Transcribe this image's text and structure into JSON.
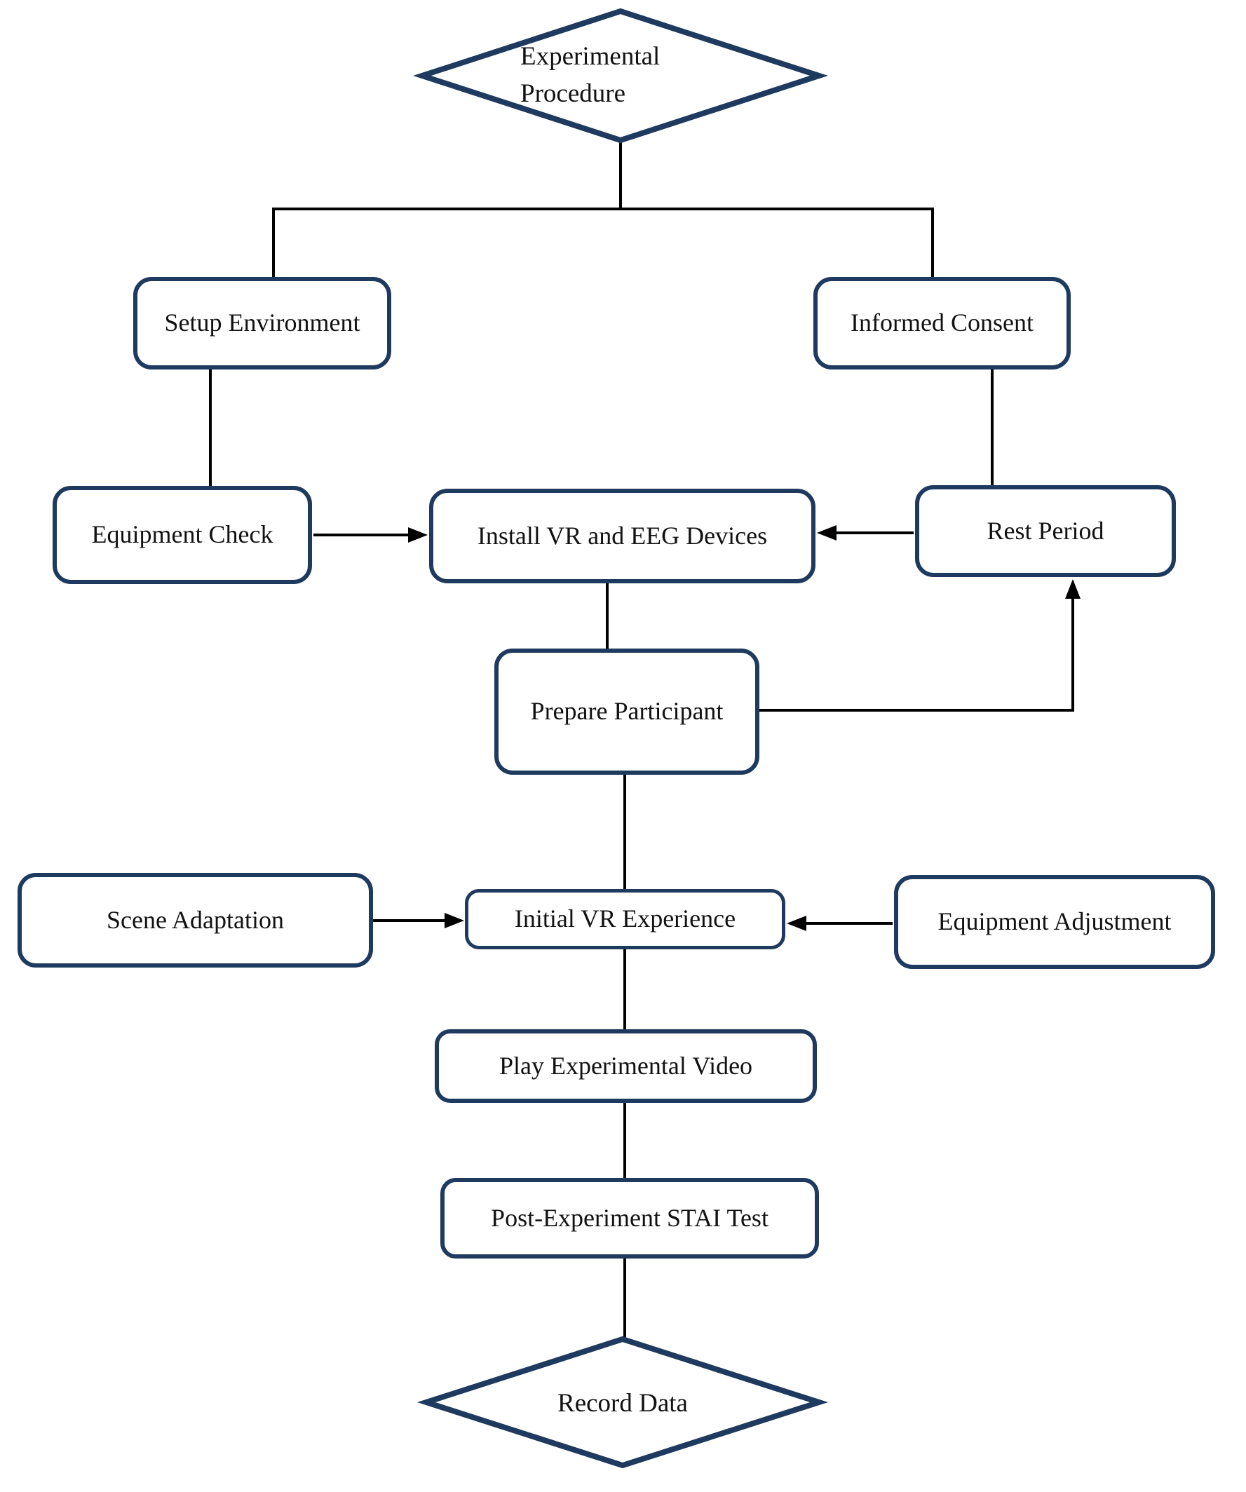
{
  "diagram": {
    "type": "flowchart",
    "title": "Experimental Procedure",
    "colors": {
      "node_border": "#1e3a5f",
      "diamond_outline": "#1e3a5f",
      "node_fill": "#ffffff",
      "connector": "#000000",
      "text": "#121212",
      "background": "#ffffff"
    },
    "nodes": {
      "experimental_procedure": {
        "label": "Experimental Procedure",
        "shape": "diamond"
      },
      "setup_environment": {
        "label": "Setup Environment",
        "shape": "rounded-rect"
      },
      "informed_consent": {
        "label": "Informed Consent",
        "shape": "rounded-rect"
      },
      "equipment_check": {
        "label": "Equipment Check",
        "shape": "rounded-rect"
      },
      "install_vr_eeg": {
        "label": "Install VR and EEG Devices",
        "shape": "rounded-rect"
      },
      "rest_period": {
        "label": "Rest Period",
        "shape": "rounded-rect"
      },
      "prepare_participant": {
        "label": "Prepare Participant",
        "shape": "rounded-rect"
      },
      "scene_adaptation": {
        "label": "Scene Adaptation",
        "shape": "rounded-rect"
      },
      "initial_vr_experience": {
        "label": "Initial VR Experience",
        "shape": "rounded-rect"
      },
      "equipment_adjustment": {
        "label": "Equipment Adjustment",
        "shape": "rounded-rect"
      },
      "play_experimental_video": {
        "label": "Play Experimental Video",
        "shape": "rounded-rect"
      },
      "post_experiment_stai_test": {
        "label": "Post-Experiment STAI Test",
        "shape": "rounded-rect"
      },
      "record_data": {
        "label": "Record Data",
        "shape": "diamond"
      }
    },
    "edges": [
      {
        "from": "experimental_procedure",
        "to": "setup_environment",
        "arrow": false
      },
      {
        "from": "experimental_procedure",
        "to": "informed_consent",
        "arrow": false
      },
      {
        "from": "setup_environment",
        "to": "equipment_check",
        "arrow": false
      },
      {
        "from": "informed_consent",
        "to": "rest_period",
        "arrow": false
      },
      {
        "from": "equipment_check",
        "to": "install_vr_eeg",
        "arrow": true
      },
      {
        "from": "rest_period",
        "to": "install_vr_eeg",
        "arrow": true
      },
      {
        "from": "install_vr_eeg",
        "to": "prepare_participant",
        "arrow": false
      },
      {
        "from": "prepare_participant",
        "to": "rest_period",
        "arrow": true
      },
      {
        "from": "prepare_participant",
        "to": "initial_vr_experience",
        "arrow": false
      },
      {
        "from": "scene_adaptation",
        "to": "initial_vr_experience",
        "arrow": true
      },
      {
        "from": "equipment_adjustment",
        "to": "initial_vr_experience",
        "arrow": true
      },
      {
        "from": "initial_vr_experience",
        "to": "play_experimental_video",
        "arrow": false
      },
      {
        "from": "play_experimental_video",
        "to": "post_experiment_stai_test",
        "arrow": false
      },
      {
        "from": "post_experiment_stai_test",
        "to": "record_data",
        "arrow": false
      }
    ]
  }
}
